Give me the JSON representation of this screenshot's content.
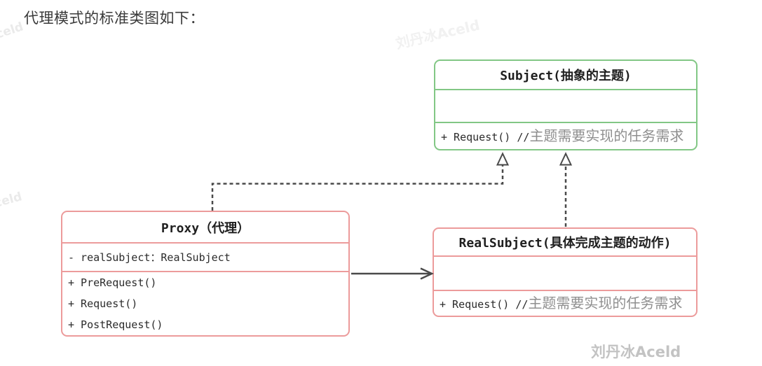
{
  "page": {
    "title": "代理模式的标准类图如下："
  },
  "colors": {
    "subject_border": "#82c785",
    "proxy_border": "#ec9b9b",
    "realsubject_border": "#ec9b9b",
    "arrow": "#4a4a4a",
    "code_text": "#2b2b2b",
    "comment_text": "#8f8f8f",
    "watermark_strong": "#c3c3c3",
    "watermark_faint": "#eeeeee"
  },
  "diagram": {
    "classes": [
      {
        "id": "subject",
        "title": "Subject(抽象的主题)",
        "attributes": [],
        "methods": [
          {
            "code": "+ Request() //",
            "comment": "主题需要实现的任务需求"
          }
        ]
      },
      {
        "id": "proxy",
        "title": "Proxy（代理）",
        "attributes": [
          {
            "code": "- realSubject：RealSubject"
          }
        ],
        "methods": [
          {
            "code": "+ PreRequest()",
            "comment": ""
          },
          {
            "code": "+ Request()",
            "comment": ""
          },
          {
            "code": "+ PostRequest()",
            "comment": ""
          }
        ]
      },
      {
        "id": "realsubject",
        "title": "RealSubject(具体完成主题的动作)",
        "attributes": [],
        "methods": [
          {
            "code": "+ Request() //",
            "comment": "主题需要实现的任务需求"
          }
        ]
      }
    ],
    "relations": [
      {
        "type": "realization",
        "from": "proxy",
        "to": "subject",
        "line": "dashed",
        "head": "hollow-triangle"
      },
      {
        "type": "realization",
        "from": "realsubject",
        "to": "subject",
        "line": "dashed",
        "head": "hollow-triangle"
      },
      {
        "type": "association",
        "from": "proxy",
        "to": "realsubject",
        "line": "solid",
        "head": "open-arrow"
      }
    ]
  },
  "watermarks": [
    {
      "text": "celd",
      "position": "top-left"
    },
    {
      "text": "刘丹冰Aceld",
      "position": "top-middle"
    },
    {
      "text": "celd",
      "position": "middle-left"
    },
    {
      "text": "刘丹冰Aceld",
      "position": "bottom-right"
    }
  ]
}
